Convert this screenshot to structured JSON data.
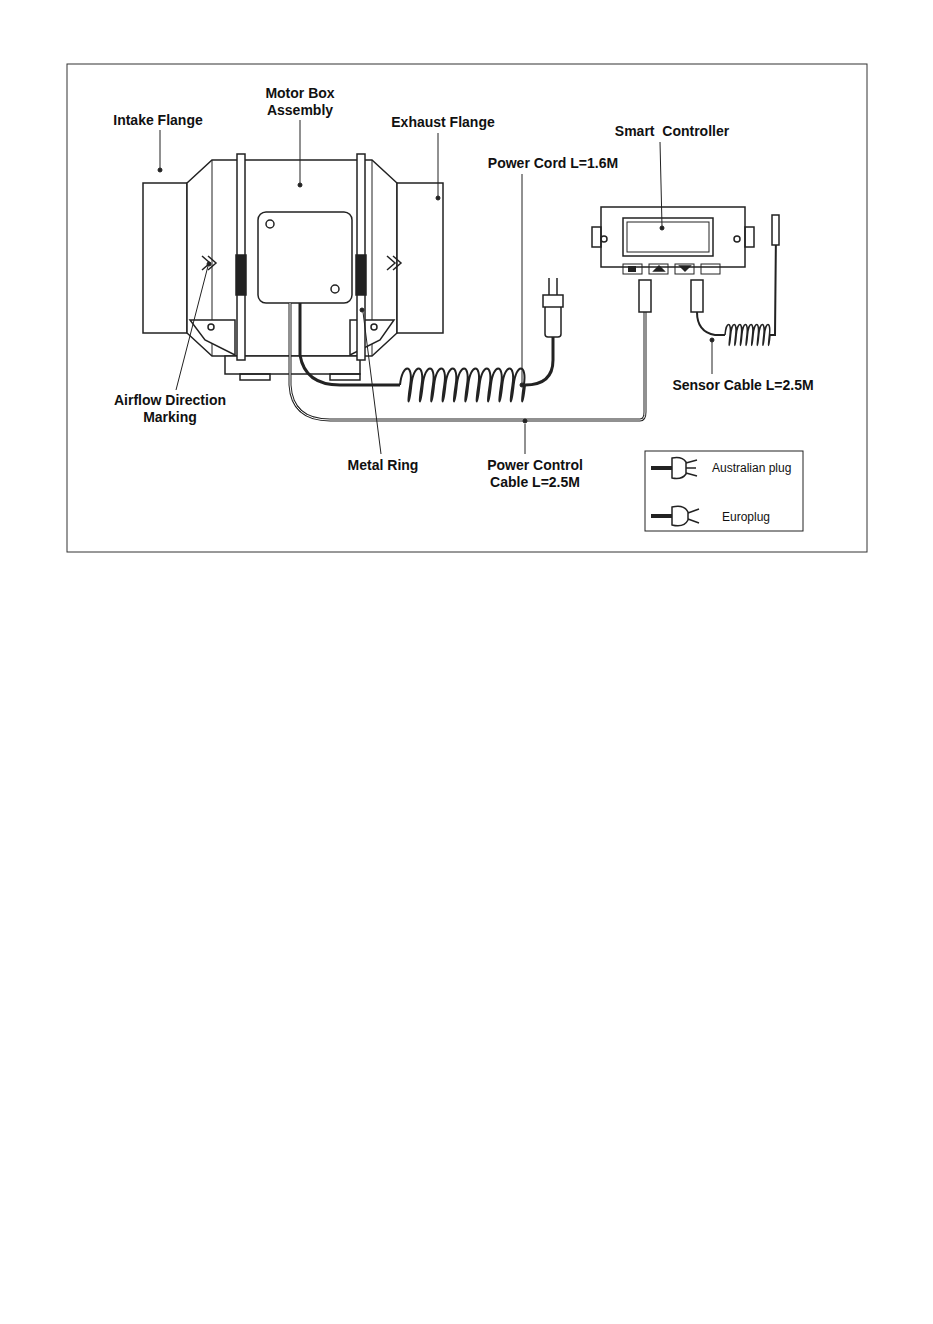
{
  "diagram": {
    "labels": [
      "Intake Flange",
      "Motor Box Assembly",
      "Exhaust Flange",
      "Smart  Controller",
      "Power Cord L=1.6M",
      "Airflow Direction Marking",
      "Sensor Cable L=2.5M",
      "Metal Ring",
      "Power Control Cable L=2.5M"
    ],
    "legend": [
      {
        "text": "Australian plug"
      },
      {
        "text": "Europlug"
      }
    ]
  }
}
